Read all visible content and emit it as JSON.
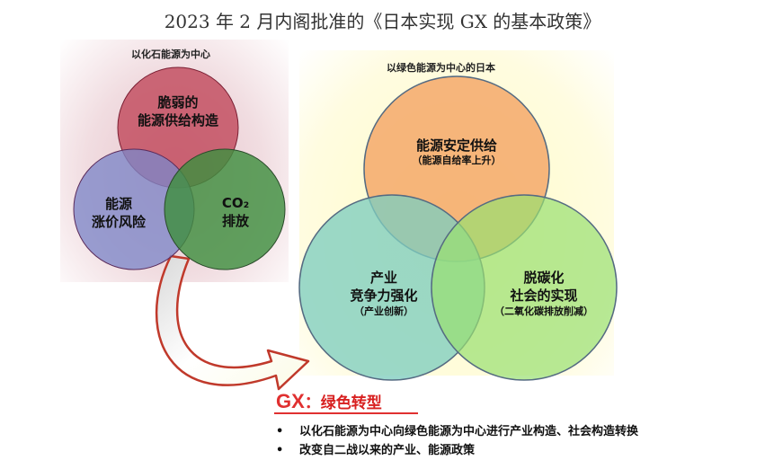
{
  "title": "2023 年 2 月内阁批准的《日本实现 GX 的基本政策》",
  "left": {
    "heading": "以化石能源为中心",
    "circles": [
      {
        "line1": "脆弱的",
        "line2": "能源供给构造",
        "color": "#c0475a"
      },
      {
        "line1": "能源",
        "line2": "涨价风险",
        "color": "#7d86c8"
      },
      {
        "line1": "CO₂",
        "line2": "排放",
        "color": "#3f8f3f"
      }
    ]
  },
  "right": {
    "heading": "以绿色能源为中心的日本",
    "circles": [
      {
        "line1": "能源安定供给",
        "sub": "（能源自给率上升）",
        "color": "#f5a86a"
      },
      {
        "line1": "产业",
        "line2": "竞争力强化",
        "sub": "（产业创新）",
        "color": "#7fcdbf"
      },
      {
        "line1": "脱碳化",
        "line2": "社会的实现",
        "sub": "（二氧化碳排放削减）",
        "color": "#99e070"
      }
    ]
  },
  "gx": {
    "key": "GX",
    "separator": "：",
    "value": "绿色转型"
  },
  "bullets": [
    "以化石能源为中心向绿色能源为中心进行产业构造、社会构造转换",
    "改变自二战以来的产业、能源政策"
  ]
}
